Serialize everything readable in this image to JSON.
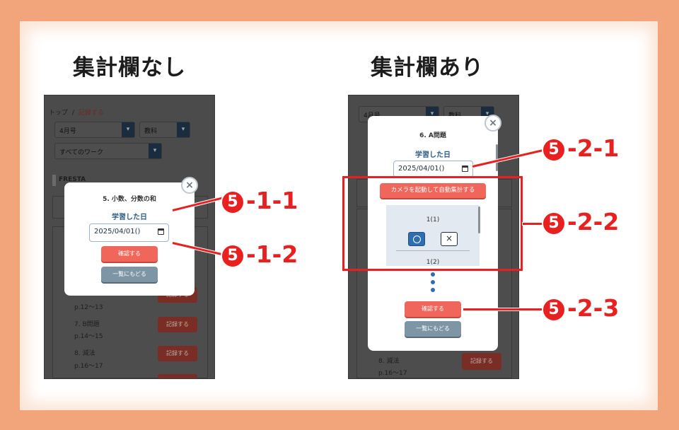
{
  "headings": {
    "left": "集計欄なし",
    "right": "集計欄あり"
  },
  "left_screen": {
    "breadcrumb": {
      "home": "トップ",
      "sep": "/",
      "current": "記録する"
    },
    "selects": {
      "month": "4月号",
      "subject": "教科",
      "work": "すべてのワーク"
    },
    "section_label": "FRESTA",
    "rows": [
      {
        "title": "",
        "pages": "p.12〜13"
      },
      {
        "title": "7. B問題",
        "pages": "p.14〜15"
      },
      {
        "title": "8. 減法",
        "pages": "p.16〜17"
      }
    ],
    "record_label": "記録する",
    "modal": {
      "title": "5. 小数、分数の和",
      "date_label": "学習した日",
      "date_value": "2025/04/01()",
      "confirm_label": "確認する",
      "back_label": "一覧にもどる",
      "close_symbol": "×"
    }
  },
  "right_screen": {
    "selects": {
      "month": "4月号",
      "subject": "教科"
    },
    "rows": [
      {
        "title": "8. 減法",
        "pages": "p.16〜17"
      }
    ],
    "record_label": "記録する",
    "modal": {
      "title": "6. A問題",
      "date_label": "学習した日",
      "date_value": "2025/04/01()",
      "auto_count_label": "カメラを起動して自動集計する",
      "questions": [
        "1(1)",
        "1(2)"
      ],
      "mark_correct": "○",
      "mark_wrong": "×",
      "confirm_label": "確認する",
      "back_label": "一覧にもどる",
      "close_symbol": "×"
    }
  },
  "callouts": {
    "c511": {
      "num": "5",
      "text": "-1-1"
    },
    "c512": {
      "num": "5",
      "text": "-1-2"
    },
    "c521": {
      "num": "5",
      "text": "-2-1"
    },
    "c522": {
      "num": "5",
      "text": "-2-2"
    },
    "c523": {
      "num": "5",
      "text": "-2-3"
    }
  },
  "colors": {
    "frame": "#f2a47a",
    "callout": "#e8201f",
    "confirm": "#f0665a",
    "back": "#7d95a4",
    "label_blue": "#2d5c88"
  }
}
